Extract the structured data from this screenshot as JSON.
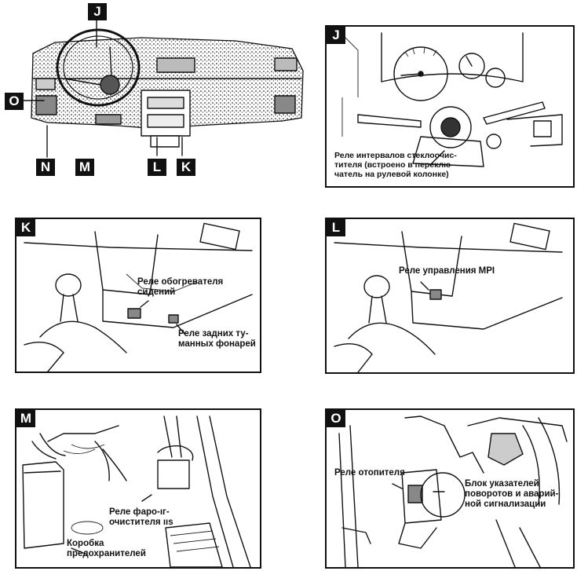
{
  "overview": {
    "tags": {
      "j": "J",
      "o": "O",
      "n": "N",
      "m": "M",
      "l": "L",
      "k": "K"
    }
  },
  "panels": {
    "j": {
      "tag": "J",
      "caption": "Реле интервалов стеклоочис-\nтителя (встроено в переклю-\nчатель на рулевой колонке)"
    },
    "k": {
      "tag": "K",
      "caption_1": "Реле обогревателя сидений",
      "caption_2": "Реле задних ту-\nманных фонарей"
    },
    "l": {
      "tag": "L",
      "caption": "Реле управления MPI"
    },
    "m": {
      "tag": "M",
      "caption_1": "Реле фаро-ıг-\nочистителя ııs",
      "caption_2": "Коробка\nпредохранителей"
    },
    "o": {
      "tag": "O",
      "caption_1": "Реле отопителя",
      "caption_2": "Блок указателей\nповоротов и аварий-\nной сигнализации"
    }
  }
}
